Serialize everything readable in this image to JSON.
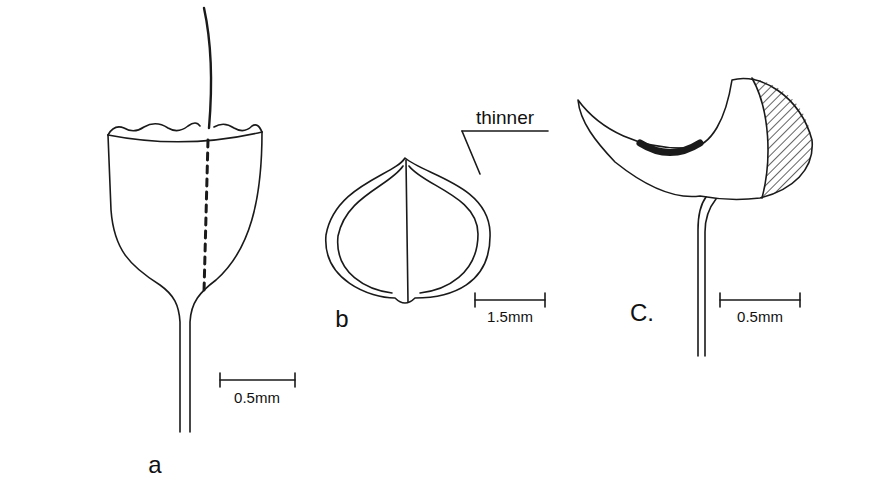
{
  "diagram": {
    "labels": [
      "a",
      "0.5mm",
      "b",
      "thinner",
      "1.5mm",
      "C.",
      "0.5mm"
    ]
  }
}
